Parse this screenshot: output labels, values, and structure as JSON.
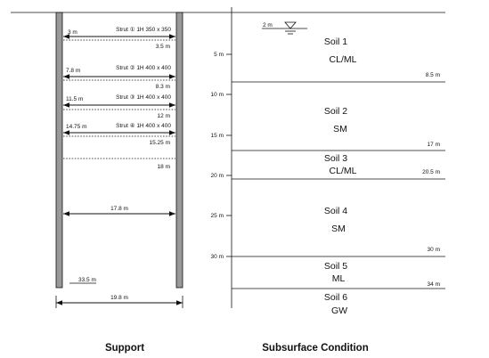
{
  "support": {
    "caption": "Support",
    "struts": [
      {
        "depth": "3 m",
        "label": "Strut ① 1H 350 x 350",
        "excavation": "3.5 m"
      },
      {
        "depth": "7.8 m",
        "label": "Strut ② 1H 400 x 400",
        "excavation": "8.3 m"
      },
      {
        "depth": "11.5 m",
        "label": "Strut ③ 1H 400 x 400",
        "excavation": "12 m"
      },
      {
        "depth": "14.75 m",
        "label": "Strut ④ 1H 400 x 400",
        "excavation": "15.25 m"
      }
    ],
    "final_excavation": "18 m",
    "inner_width": "17.8 m",
    "wall_depth": "33.5 m",
    "outer_width": "19.8 m"
  },
  "subsurface": {
    "caption": "Subsurface Condition",
    "water_table": "2 m",
    "depth_ticks": [
      "5 m",
      "10 m",
      "15 m",
      "20 m",
      "25 m",
      "30 m"
    ],
    "boundaries": [
      "8.5 m",
      "17 m",
      "20.5 m",
      "30 m",
      "34 m"
    ],
    "soils": [
      {
        "name": "Soil 1",
        "type": "CL/ML"
      },
      {
        "name": "Soil 2",
        "type": "SM"
      },
      {
        "name": "Soil 3",
        "type": "CL/ML"
      },
      {
        "name": "Soil 4",
        "type": "SM"
      },
      {
        "name": "Soil 5",
        "type": "ML"
      },
      {
        "name": "Soil 6",
        "type": "GW"
      }
    ]
  }
}
